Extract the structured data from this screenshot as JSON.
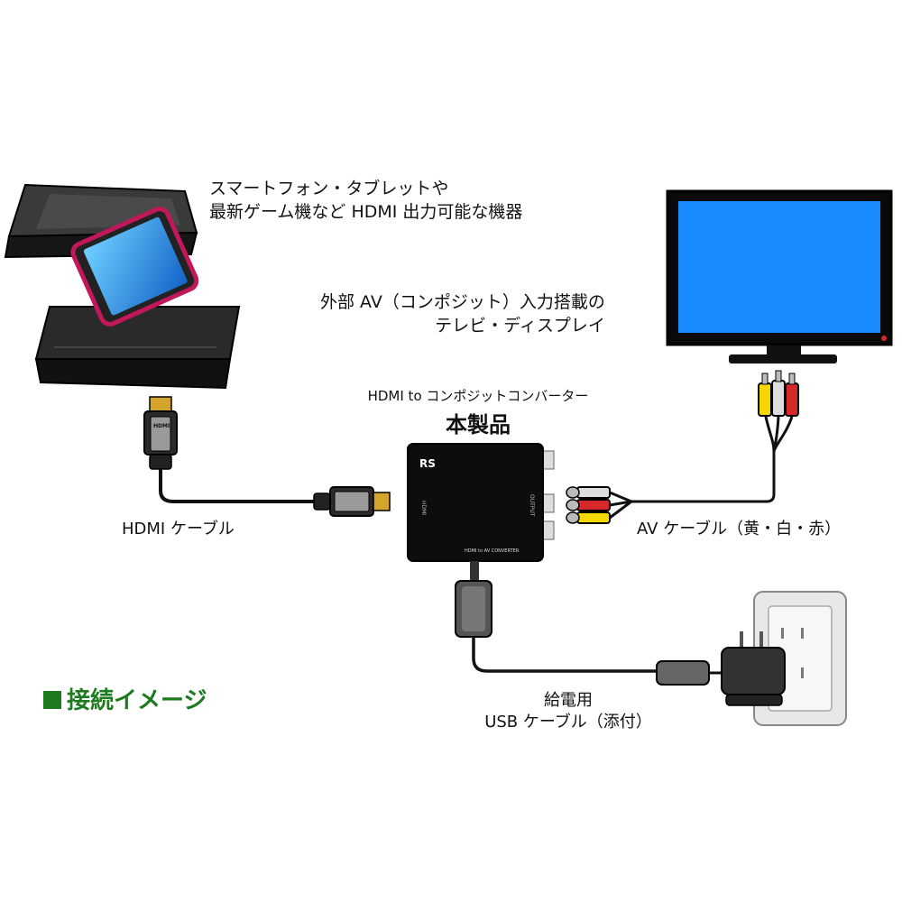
{
  "labels": {
    "source_line1": "スマートフォン・タブレットや",
    "source_line2": "最新ゲーム機など HDMI 出力可能な機器",
    "tv_line1": "外部 AV（コンポジット）入力搭載の",
    "tv_line2": "テレビ・ディスプレイ",
    "product_sub": "HDMI to コンポジットコンバーター",
    "product_main": "本製品",
    "hdmi_cable": "HDMI ケーブル",
    "av_cable": "AV ケーブル（黄・白・赤）",
    "usb_line1": "給電用",
    "usb_line2": "USB ケーブル（添付）",
    "legend": "接続イメージ"
  },
  "device": {
    "logo": "RS",
    "port_left": "HDMI",
    "port_right": "OUTPUT",
    "model": "HDMI to AV CONVERTER",
    "hdmi_plug_mark": "HDMI"
  },
  "colors": {
    "tv_screen": "#1a8cff",
    "phone_frame": "#c2185b",
    "legend_green": "#1e7a1e",
    "rca_yellow": "#f5d800",
    "rca_white": "#dddddd",
    "rca_red": "#d62828"
  }
}
